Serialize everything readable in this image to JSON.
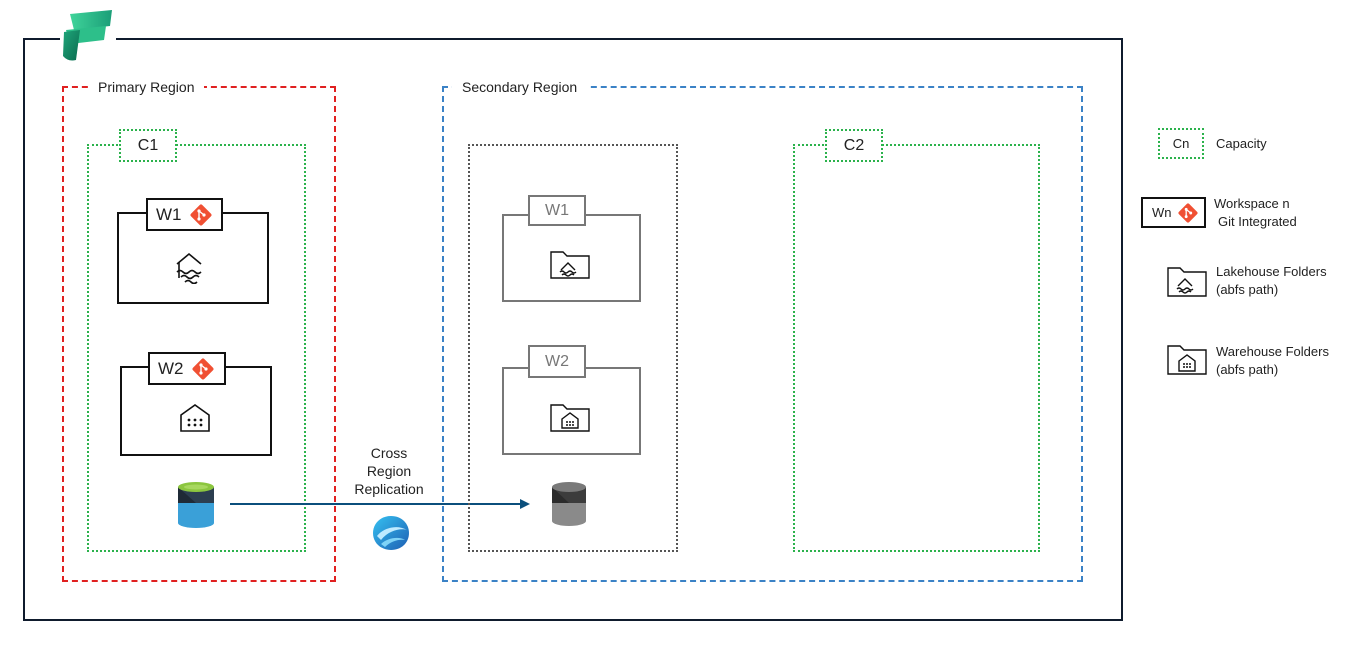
{
  "regions": {
    "primary": {
      "label": "Primary Region"
    },
    "secondary": {
      "label": "Secondary Region"
    }
  },
  "capacities": {
    "c1": {
      "label": "C1"
    },
    "c2": {
      "label": "C2"
    }
  },
  "primary_workspaces": {
    "w1": {
      "label": "W1",
      "content_icon": "lakehouse-icon"
    },
    "w2": {
      "label": "W2",
      "content_icon": "warehouse-icon"
    }
  },
  "secondary_workspaces": {
    "w1": {
      "label": "W1",
      "content_icon": "lakehouse-folder-icon"
    },
    "w2": {
      "label": "W2",
      "content_icon": "warehouse-folder-icon"
    }
  },
  "replication": {
    "line1": "Cross",
    "line2": "Region",
    "line3": "Replication"
  },
  "legend": {
    "capacity": {
      "tag": "Cn",
      "text": "Capacity"
    },
    "workspace": {
      "tag": "Wn",
      "text_line1": "Workspace n",
      "text_line2": "Git Integrated"
    },
    "lakehouse": {
      "text_line1": "Lakehouse Folders",
      "text_line2": "(abfs path)"
    },
    "warehouse": {
      "text_line1": "Warehouse Folders",
      "text_line2": "(abfs path)"
    }
  },
  "colors": {
    "primary_region": "#e02020",
    "secondary_region": "#3b82c6",
    "capacity": "#2bb24c",
    "git": "#f05033",
    "arrow": "#0b4f7c"
  }
}
